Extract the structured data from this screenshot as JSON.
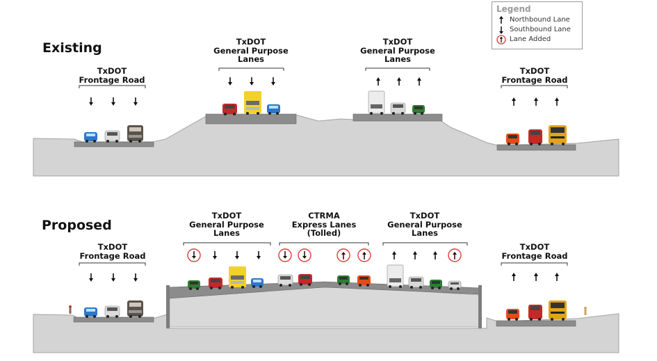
{
  "legend": {
    "title": "Legend",
    "items": [
      {
        "label": "Northbound Lane",
        "icon": "north-arrow-icon"
      },
      {
        "label": "Southbound Lane",
        "icon": "south-arrow-icon"
      },
      {
        "label": "Lane Added",
        "icon": "lane-added-circle-icon"
      }
    ]
  },
  "existing": {
    "title": "Existing",
    "labels": {
      "frontage_left": [
        "TxDOT",
        "Frontage Road"
      ],
      "gp_left": [
        "TxDOT",
        "General Purpose",
        "Lanes"
      ],
      "gp_right": [
        "TxDOT",
        "General Purpose",
        "Lanes"
      ],
      "frontage_right": [
        "TxDOT",
        "Frontage Road"
      ]
    }
  },
  "proposed": {
    "title": "Proposed",
    "labels": {
      "frontage_left": [
        "TxDOT",
        "Frontage Road"
      ],
      "gp_left": [
        "TxDOT",
        "General Purpose",
        "Lanes"
      ],
      "express": [
        "CTRMA",
        "Express Lanes",
        "(Tolled)"
      ],
      "gp_right": [
        "TxDOT",
        "General Purpose",
        "Lanes"
      ],
      "frontage_right": [
        "TxDOT",
        "Frontage Road"
      ]
    }
  },
  "colors": {
    "ground": "#d4d4d4",
    "ground_edge": "#a3a3a3",
    "road": "#8a8a8a",
    "lane_added": "#e53935",
    "car_red": "#c62828",
    "car_blue": "#2b78c8",
    "car_green": "#2e7d32",
    "car_orange": "#e64a19",
    "truck_yellow": "#f2d22a",
    "bus_yellow": "#e0a417"
  }
}
